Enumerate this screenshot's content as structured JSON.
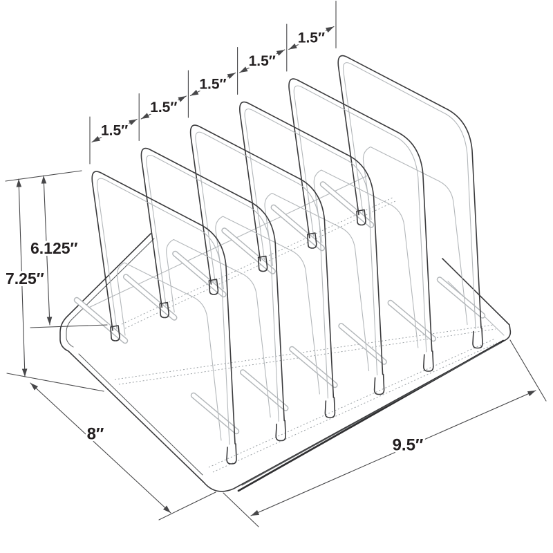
{
  "drawing": {
    "type": "technical-line-drawing",
    "subject": "incline file sorter with vertical dividers",
    "divider_count": 6,
    "colors": {
      "outline": "#3a3a3c",
      "secondary": "#b3b7ba",
      "dimension": "#474749",
      "text": "#231f20",
      "background": "#ffffff"
    }
  },
  "dims": {
    "spacing": {
      "labels": [
        "1.5″",
        "1.5″",
        "1.5″",
        "1.5″",
        "1.5″"
      ]
    },
    "total_height": {
      "label": "7.25″"
    },
    "divider_height": {
      "label": "6.125″"
    },
    "depth": {
      "label": "8″"
    },
    "width": {
      "label": "9.5″"
    }
  }
}
